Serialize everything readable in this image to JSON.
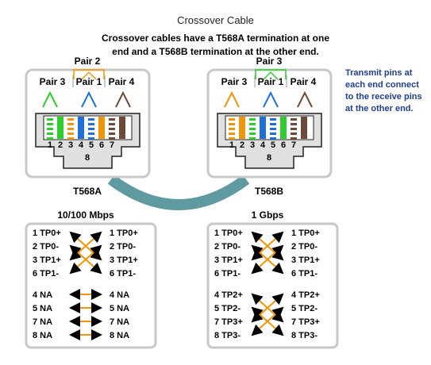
{
  "title": "Crossover Cable",
  "subtitle_line1": "Crossover cables have a T568A termination at one",
  "subtitle_line2": "end and a T568B termination at the other end.",
  "note": "Transmit pins at each end connect to the receive pins at the other end.",
  "left_connector": {
    "label": "T568A",
    "pair_top": "Pair 2",
    "pairs": [
      "Pair 3",
      "Pair 1",
      "Pair 4"
    ],
    "pins": [
      "1",
      "2",
      "3",
      "4",
      "5",
      "6",
      "7"
    ],
    "pin8": "8"
  },
  "right_connector": {
    "label": "T568B",
    "pair_top": "Pair 3",
    "pairs": [
      "Pair 3",
      "Pair 1",
      "Pair 4"
    ],
    "pins": [
      "1",
      "2",
      "3",
      "4",
      "5",
      "6",
      "7"
    ],
    "pin8": "8"
  },
  "speed_left": {
    "title": "10/100 Mbps",
    "left": [
      "1 TP0+",
      "2 TP0-",
      "3 TP1+",
      "6 TP1-",
      "4 NA",
      "5 NA",
      "7 NA",
      "8 NA"
    ],
    "right": [
      "1 TP0+",
      "2 TP0-",
      "3 TP1+",
      "6 TP1-",
      "4 NA",
      "5 NA",
      "7 NA",
      "8 NA"
    ]
  },
  "speed_right": {
    "title": "1 Gbps",
    "left": [
      "1 TP0+",
      "2 TP0-",
      "3 TP1+",
      "6 TP1-",
      "4 TP2+",
      "5 TP2-",
      "7 TP3+",
      "8 TP3-"
    ],
    "right": [
      "1 TP0+",
      "2 TP0-",
      "3 TP1+",
      "6 TP1-",
      "4 TP2+",
      "5 TP2-",
      "7 TP3+",
      "8 TP3-"
    ]
  },
  "colors": {
    "cable": "#5f9aa0",
    "orange": "#f0960a",
    "green": "#2fcc2f",
    "blue": "#1f6fd6",
    "brown": "#6b4a3a",
    "note": "#1f3f8f",
    "panel_border": "#c8c8c8"
  }
}
